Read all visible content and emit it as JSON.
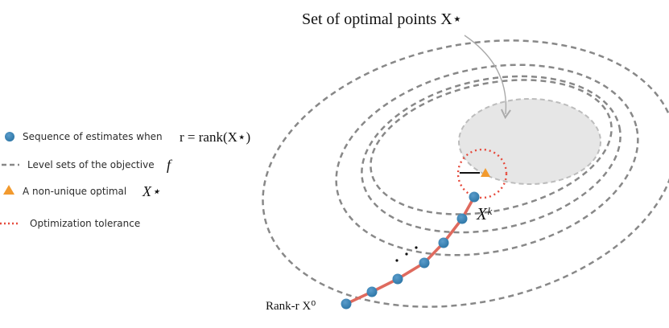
{
  "title": "Set of optimal points X⋆",
  "legend": [
    {
      "symbol": "circle",
      "label": "Sequence of estimates when",
      "math": "r = rank(X⋆)"
    },
    {
      "symbol": "dash",
      "label": "Level sets of the objective",
      "math": "f"
    },
    {
      "symbol": "triangle",
      "label": "A non-unique optimal",
      "math": "X⋆"
    },
    {
      "symbol": "dots",
      "label": "Optimization tolerance",
      "math": ""
    }
  ],
  "labels": {
    "start": "Rank-r X⁰",
    "iterate": "Xᵏ"
  },
  "colors": {
    "estimate": "#2f78a8",
    "level_set": "#888888",
    "optimal": "#f29a2e",
    "tolerance": "#e64a3c",
    "path": "#df6a5e",
    "optimal_region": "#e6e6e6"
  }
}
